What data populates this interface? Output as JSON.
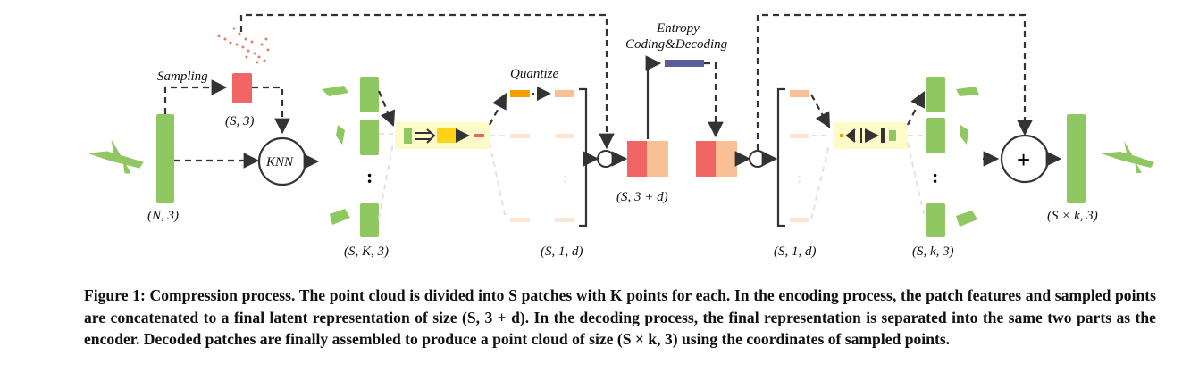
{
  "figure": {
    "labels": {
      "sampling": "Sampling",
      "s3": "(S, 3)",
      "knn": "KNN",
      "n3": "(N, 3)",
      "skk3": "(S, K, 3)",
      "quantize": "Quantize",
      "s1d_left": "(S, 1, d)",
      "entropy_line1": "Entropy",
      "entropy_line2": "Coding&Decoding",
      "s3d": "(S, 3 + d)",
      "s1d_right": "(S, 1, d)",
      "sk3": "(S, k, 3)",
      "plus": "+",
      "skx3": "(S × k, 3)",
      "vdots_left": ":",
      "vdots_right": ":"
    },
    "colors": {
      "green": "#8fc860",
      "red": "#f26565",
      "peach": "#f9c193",
      "orange": "#f2a000",
      "yellow": "#ffd21a",
      "module_bg": "#fffbc8",
      "entropy_bar": "#5a5f9a"
    },
    "icons": [
      "airplane-point-cloud-icon",
      "patch-point-cloud-icon",
      "concatenate-circle-icon",
      "plus-circle-icon"
    ]
  },
  "caption": "Figure 1: Compression process. The point cloud is divided into S patches with K points for each. In the encoding process, the patch features and sampled points are concatenated to a final latent representation of size (S, 3 + d). In the decoding process, the final representation is separated into the same two parts as the encoder. Decoded patches are finally assembled to produce a point cloud of size (S × k, 3) using the coordinates of sampled points."
}
